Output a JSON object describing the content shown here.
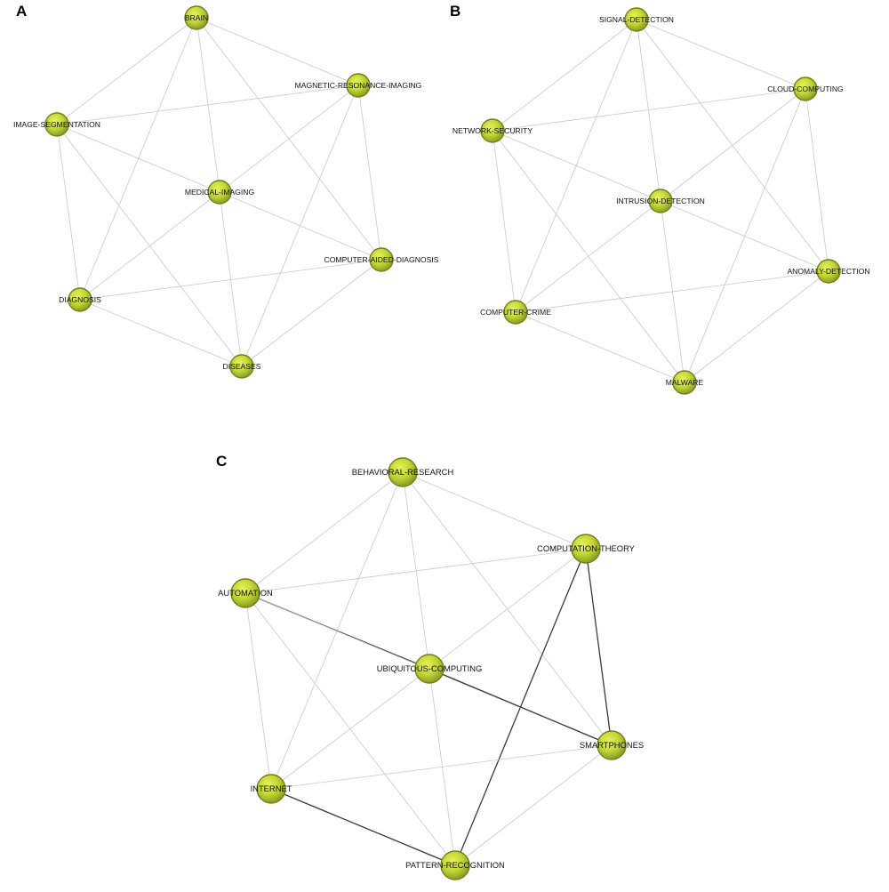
{
  "colors": {
    "node_fill_light": "#d8e84a",
    "node_fill_dark": "#8fa32a",
    "node_stroke": "#6f7f1e",
    "edge_light": "#c8c8c8",
    "edge_dark": "#3a3a3a"
  },
  "panels": [
    {
      "id": "A",
      "label": "A",
      "nodes": [
        {
          "id": "brain",
          "label": "BRAIN"
        },
        {
          "id": "mri",
          "label": "MAGNETIC-RESONANCE-IMAGING"
        },
        {
          "id": "imgseg",
          "label": "IMAGE-SEGMENTATION"
        },
        {
          "id": "medimg",
          "label": "MEDICAL-IMAGING"
        },
        {
          "id": "cad",
          "label": "COMPUTER-AIDED-DIAGNOSIS"
        },
        {
          "id": "diag",
          "label": "DIAGNOSIS"
        },
        {
          "id": "dis",
          "label": "DISEASES"
        }
      ],
      "edges": [
        {
          "source": "brain",
          "target": "mri",
          "strength": "weak"
        },
        {
          "source": "brain",
          "target": "imgseg",
          "strength": "weak"
        },
        {
          "source": "brain",
          "target": "medimg",
          "strength": "weak"
        },
        {
          "source": "brain",
          "target": "diag",
          "strength": "weak"
        },
        {
          "source": "brain",
          "target": "cad",
          "strength": "weak"
        },
        {
          "source": "mri",
          "target": "imgseg",
          "strength": "weak"
        },
        {
          "source": "mri",
          "target": "medimg",
          "strength": "weak"
        },
        {
          "source": "mri",
          "target": "cad",
          "strength": "weak"
        },
        {
          "source": "mri",
          "target": "dis",
          "strength": "weak"
        },
        {
          "source": "imgseg",
          "target": "medimg",
          "strength": "weak"
        },
        {
          "source": "imgseg",
          "target": "diag",
          "strength": "weak"
        },
        {
          "source": "imgseg",
          "target": "dis",
          "strength": "weak"
        },
        {
          "source": "medimg",
          "target": "cad",
          "strength": "weak"
        },
        {
          "source": "medimg",
          "target": "diag",
          "strength": "weak"
        },
        {
          "source": "medimg",
          "target": "dis",
          "strength": "weak"
        },
        {
          "source": "diag",
          "target": "cad",
          "strength": "weak"
        },
        {
          "source": "diag",
          "target": "dis",
          "strength": "weak"
        },
        {
          "source": "cad",
          "target": "dis",
          "strength": "weak"
        }
      ]
    },
    {
      "id": "B",
      "label": "B",
      "nodes": [
        {
          "id": "sig",
          "label": "SIGNAL-DETECTION"
        },
        {
          "id": "cloud",
          "label": "CLOUD-COMPUTING"
        },
        {
          "id": "netsec",
          "label": "NETWORK-SECURITY"
        },
        {
          "id": "ids",
          "label": "INTRUSION-DETECTION"
        },
        {
          "id": "anom",
          "label": "ANOMALY-DETECTION"
        },
        {
          "id": "crime",
          "label": "COMPUTER-CRIME"
        },
        {
          "id": "mal",
          "label": "MALWARE"
        }
      ],
      "edges": [
        {
          "source": "sig",
          "target": "cloud",
          "strength": "weak"
        },
        {
          "source": "sig",
          "target": "netsec",
          "strength": "weak"
        },
        {
          "source": "sig",
          "target": "ids",
          "strength": "weak"
        },
        {
          "source": "sig",
          "target": "anom",
          "strength": "weak"
        },
        {
          "source": "sig",
          "target": "crime",
          "strength": "weak"
        },
        {
          "source": "cloud",
          "target": "netsec",
          "strength": "weak"
        },
        {
          "source": "cloud",
          "target": "ids",
          "strength": "weak"
        },
        {
          "source": "cloud",
          "target": "anom",
          "strength": "weak"
        },
        {
          "source": "cloud",
          "target": "mal",
          "strength": "weak"
        },
        {
          "source": "netsec",
          "target": "ids",
          "strength": "weak"
        },
        {
          "source": "netsec",
          "target": "crime",
          "strength": "weak"
        },
        {
          "source": "netsec",
          "target": "mal",
          "strength": "weak"
        },
        {
          "source": "ids",
          "target": "anom",
          "strength": "weak"
        },
        {
          "source": "ids",
          "target": "crime",
          "strength": "weak"
        },
        {
          "source": "ids",
          "target": "mal",
          "strength": "weak"
        },
        {
          "source": "crime",
          "target": "anom",
          "strength": "weak"
        },
        {
          "source": "crime",
          "target": "mal",
          "strength": "weak"
        },
        {
          "source": "anom",
          "target": "mal",
          "strength": "weak"
        }
      ]
    },
    {
      "id": "C",
      "label": "C",
      "nodes": [
        {
          "id": "behav",
          "label": "BEHAVIORAL-RESEARCH"
        },
        {
          "id": "comp",
          "label": "COMPUTATION-THEORY"
        },
        {
          "id": "auto",
          "label": "AUTOMATION"
        },
        {
          "id": "ubiq",
          "label": "UBIQUITOUS-COMPUTING"
        },
        {
          "id": "smart",
          "label": "SMARTPHONES"
        },
        {
          "id": "inet",
          "label": "INTERNET"
        },
        {
          "id": "pattern",
          "label": "PATTERN-RECOGNITION"
        }
      ],
      "edges": [
        {
          "source": "behav",
          "target": "comp",
          "strength": "weak"
        },
        {
          "source": "behav",
          "target": "auto",
          "strength": "weak"
        },
        {
          "source": "behav",
          "target": "ubiq",
          "strength": "weak"
        },
        {
          "source": "behav",
          "target": "smart",
          "strength": "weak"
        },
        {
          "source": "behav",
          "target": "inet",
          "strength": "weak"
        },
        {
          "source": "comp",
          "target": "auto",
          "strength": "weak"
        },
        {
          "source": "comp",
          "target": "ubiq",
          "strength": "weak"
        },
        {
          "source": "comp",
          "target": "smart",
          "strength": "strong"
        },
        {
          "source": "comp",
          "target": "pattern",
          "strength": "strong"
        },
        {
          "source": "auto",
          "target": "ubiq",
          "strength": "strong"
        },
        {
          "source": "auto",
          "target": "inet",
          "strength": "weak"
        },
        {
          "source": "auto",
          "target": "pattern",
          "strength": "weak"
        },
        {
          "source": "auto",
          "target": "smart",
          "strength": "weak"
        },
        {
          "source": "ubiq",
          "target": "smart",
          "strength": "strong"
        },
        {
          "source": "ubiq",
          "target": "inet",
          "strength": "weak"
        },
        {
          "source": "ubiq",
          "target": "pattern",
          "strength": "weak"
        },
        {
          "source": "smart",
          "target": "inet",
          "strength": "weak"
        },
        {
          "source": "smart",
          "target": "pattern",
          "strength": "weak"
        },
        {
          "source": "inet",
          "target": "pattern",
          "strength": "strong"
        }
      ]
    }
  ]
}
